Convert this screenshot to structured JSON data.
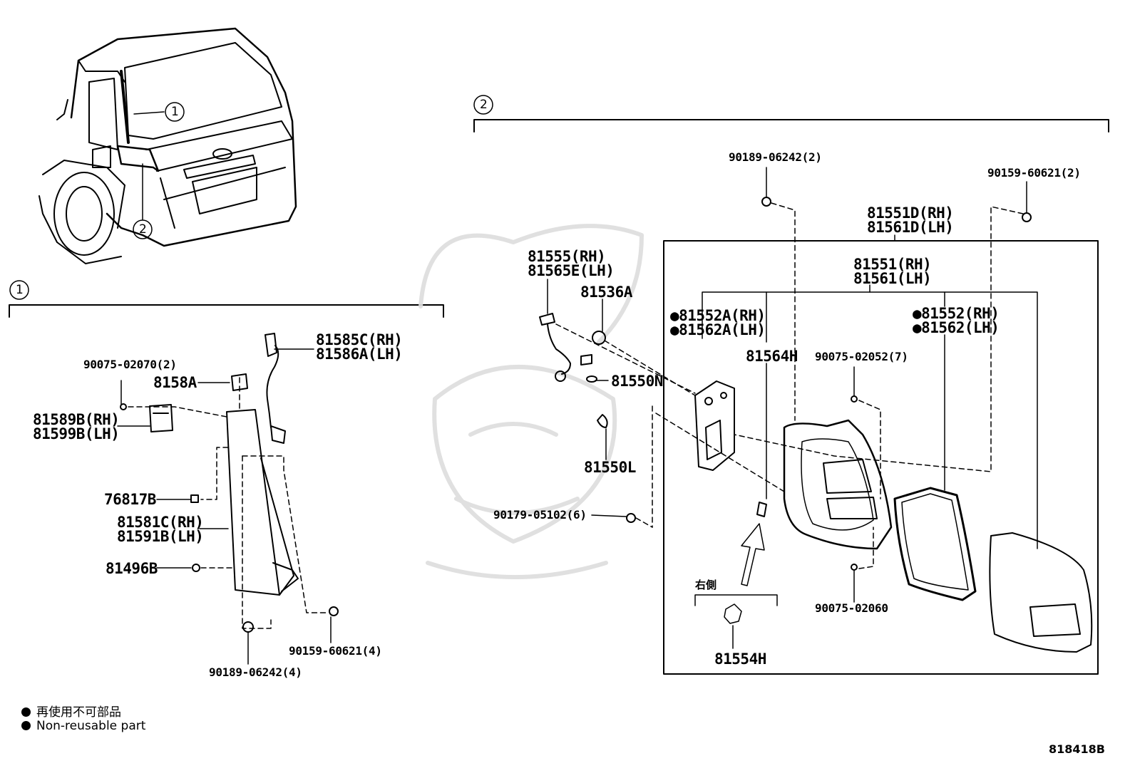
{
  "diagram": {
    "figure_id": "818418B",
    "callouts": {
      "c1": "1",
      "c2": "2"
    },
    "section1": {
      "parts": {
        "p_90075_02070": "90075-02070(2)",
        "p_8158a": "8158A",
        "p_81585c": "81585C(RH)",
        "p_81586a": "81586A(LH)",
        "p_81589b": "81589B(RH)",
        "p_81599b": "81599B(LH)",
        "p_76817b": "76817B",
        "p_81581c": "81581C(RH)",
        "p_81591b": "81591B(LH)",
        "p_81496b": "81496B",
        "p_90159_60621_4": "90159-60621(4)",
        "p_90189_06242_4": "90189-06242(4)"
      }
    },
    "section2": {
      "parts": {
        "p_90189_06242_2": "90189-06242(2)",
        "p_90159_60621_2": "90159-60621(2)",
        "p_81551d": "81551D(RH)",
        "p_81561d": "81561D(LH)",
        "p_81555": "81555(RH)",
        "p_81565e": "81565E(LH)",
        "p_81536a": "81536A",
        "p_81551": "81551(RH)",
        "p_81561": "81561(LH)",
        "p_81552a": "●81552A(RH)",
        "p_81562a": "●81562A(LH)",
        "p_81552": "●81552(RH)",
        "p_81562": "●81562(LH)",
        "p_81564h": "81564H",
        "p_90075_02052": "90075-02052(7)",
        "p_81550n": "81550N",
        "p_81550l": "81550L",
        "p_90179_05102": "90179-05102(6)",
        "p_90075_02060": "90075-02060",
        "p_81554h": "81554H",
        "right_side": "右側"
      }
    },
    "legend": {
      "jp": "再使用不可部品",
      "en": "Non-reusable part"
    }
  }
}
